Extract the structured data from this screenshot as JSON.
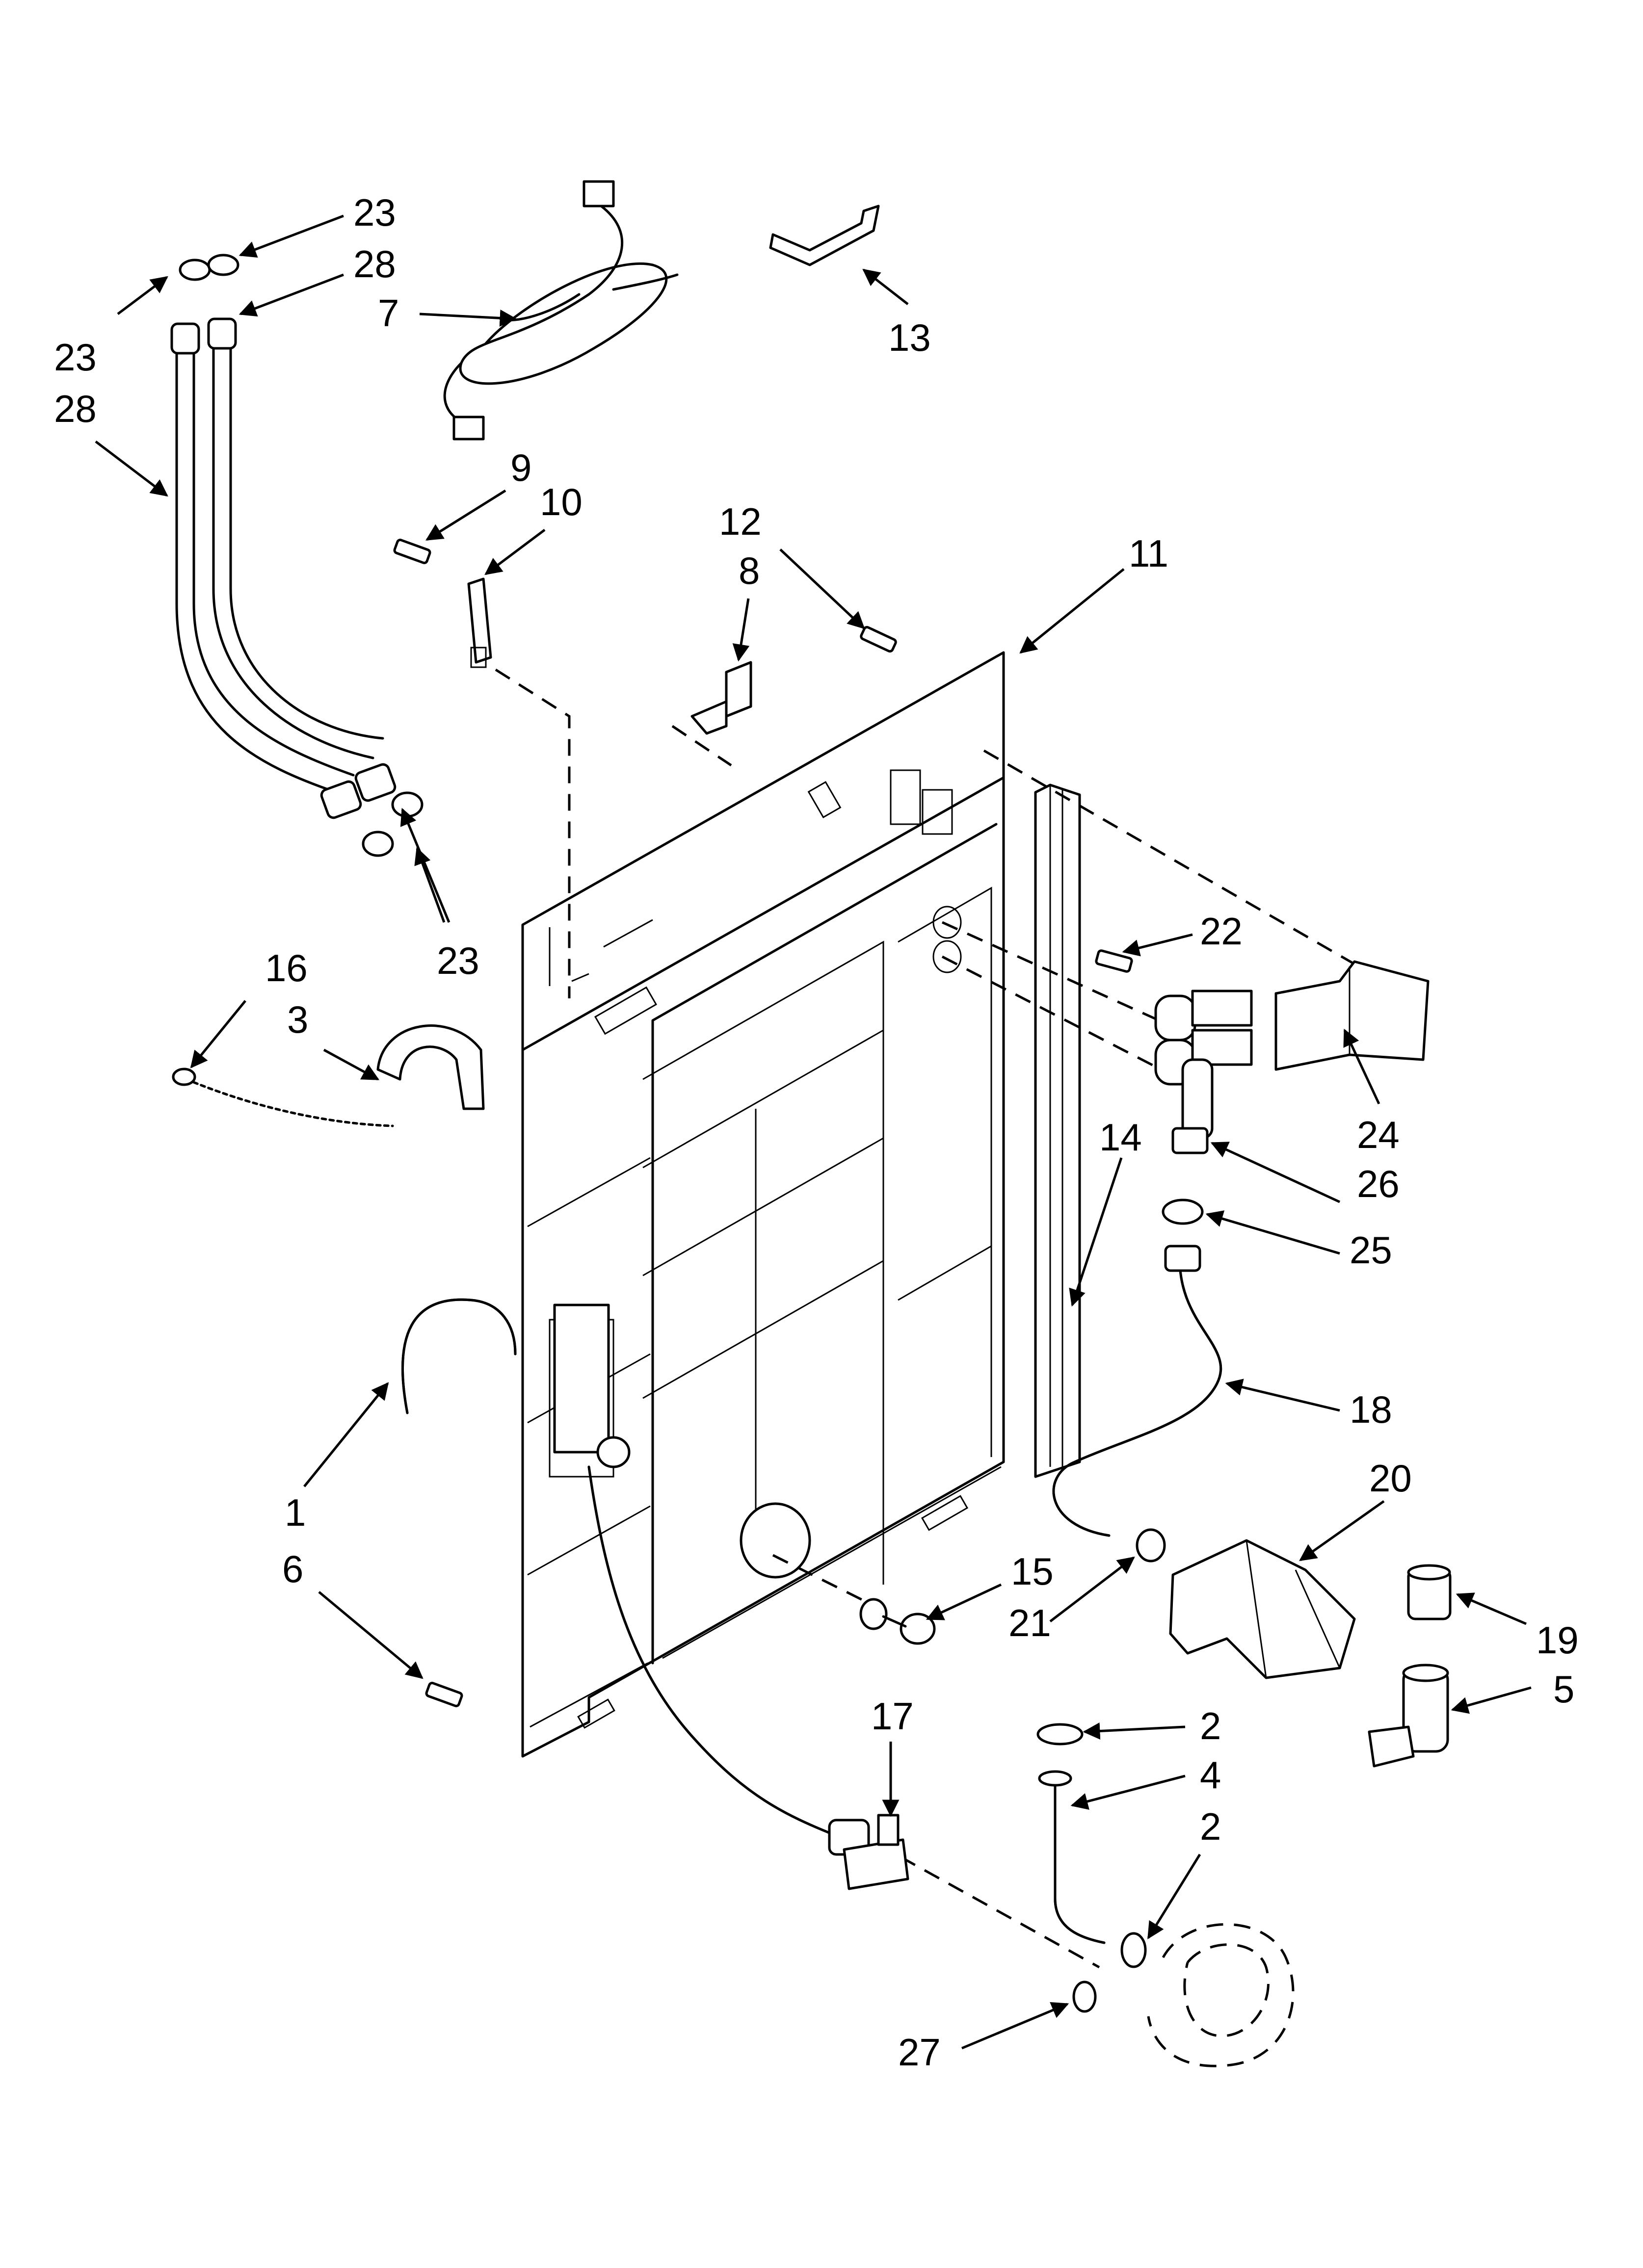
{
  "callouts": [
    {
      "id": "c23a",
      "text": "23"
    },
    {
      "id": "c28a",
      "text": "28"
    },
    {
      "id": "c23b",
      "text": "23"
    },
    {
      "id": "c28b",
      "text": "28"
    },
    {
      "id": "c7",
      "text": "7"
    },
    {
      "id": "c13",
      "text": "13"
    },
    {
      "id": "c9",
      "text": "9"
    },
    {
      "id": "c10",
      "text": "10"
    },
    {
      "id": "c12",
      "text": "12"
    },
    {
      "id": "c8",
      "text": "8"
    },
    {
      "id": "c11",
      "text": "11"
    },
    {
      "id": "c23c",
      "text": "23"
    },
    {
      "id": "c22",
      "text": "22"
    },
    {
      "id": "c16",
      "text": "16"
    },
    {
      "id": "c3",
      "text": "3"
    },
    {
      "id": "c24",
      "text": "24"
    },
    {
      "id": "c26",
      "text": "26"
    },
    {
      "id": "c14",
      "text": "14"
    },
    {
      "id": "c25",
      "text": "25"
    },
    {
      "id": "c18",
      "text": "18"
    },
    {
      "id": "c20",
      "text": "20"
    },
    {
      "id": "c1",
      "text": "1"
    },
    {
      "id": "c6",
      "text": "6"
    },
    {
      "id": "c15",
      "text": "15"
    },
    {
      "id": "c21",
      "text": "21"
    },
    {
      "id": "c19",
      "text": "19"
    },
    {
      "id": "c5",
      "text": "5"
    },
    {
      "id": "c17",
      "text": "17"
    },
    {
      "id": "c2a",
      "text": "2"
    },
    {
      "id": "c4",
      "text": "4"
    },
    {
      "id": "c2b",
      "text": "2"
    },
    {
      "id": "c27",
      "text": "27"
    }
  ],
  "colors": {
    "line": "#000000",
    "background": "#ffffff"
  }
}
